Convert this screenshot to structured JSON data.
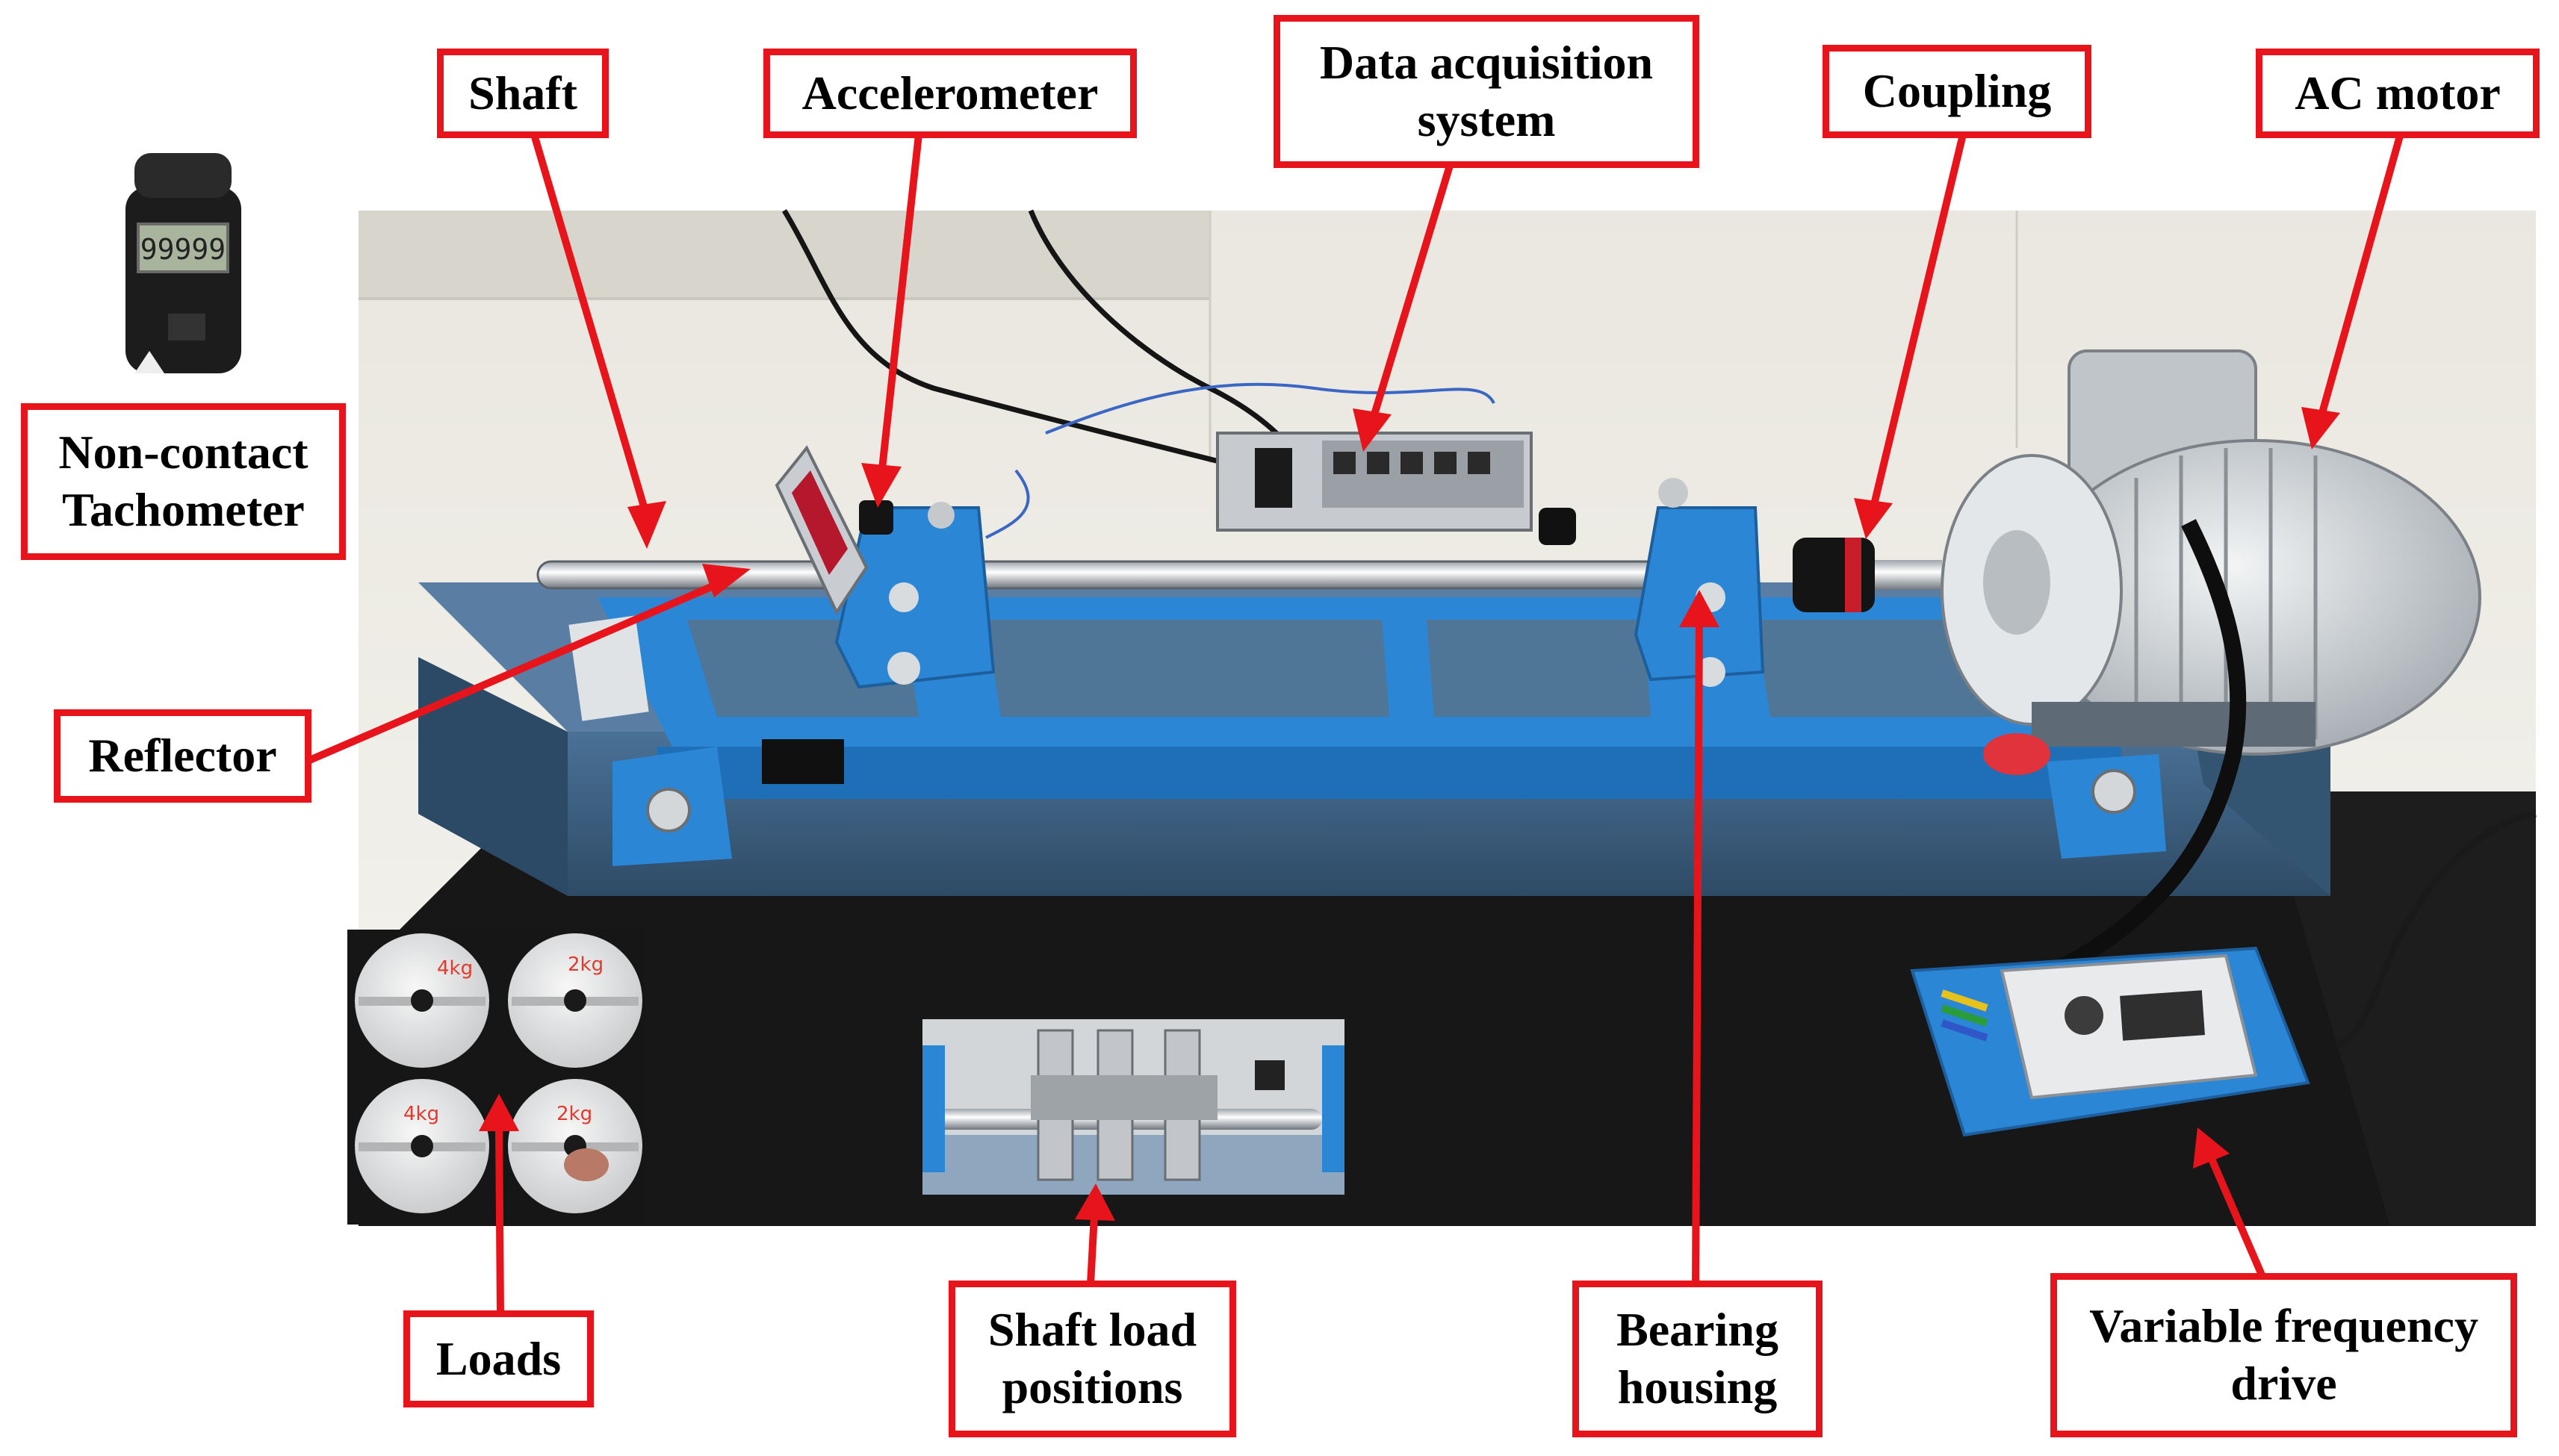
{
  "labels": {
    "shaft": "Shaft",
    "accelerometer": "Accelerometer",
    "daq": "Data acquisition\nsystem",
    "coupling": "Coupling",
    "ac_motor": "AC motor",
    "tachometer": "Non-contact\nTachometer",
    "reflector": "Reflector",
    "loads": "Loads",
    "shaft_load_positions": "Shaft load\npositions",
    "bearing_housing": "Bearing\nhousing",
    "vfd": "Variable frequency\ndrive"
  },
  "photo_text": {
    "tacho_display": "99999",
    "load_marks": [
      "4kg",
      "2kg",
      "4kg",
      "2kg"
    ]
  },
  "colors": {
    "label_border": "#e8141c",
    "arrow": "#e8141c",
    "frame_blue": "#2c86d6",
    "base_steel": "#3c5f80",
    "mat": "#151515"
  }
}
